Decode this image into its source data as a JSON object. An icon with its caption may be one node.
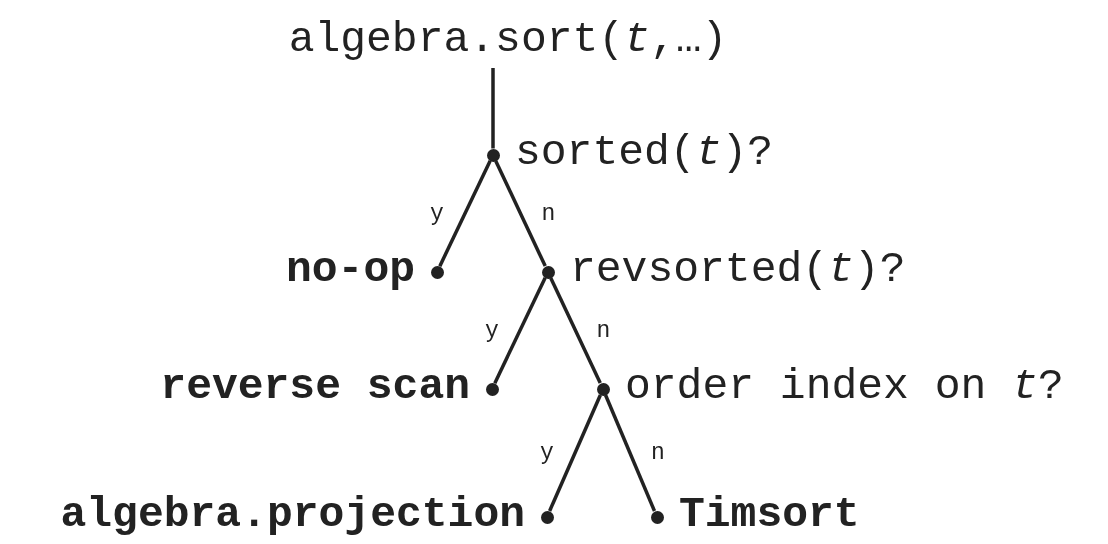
{
  "diagram": {
    "nodes": [
      {
        "text": [
          "algebra.sort(*t*,…)"
        ]
      },
      {
        "text": [],
        "shape": "circle",
        "beside": [
          "sorted(*t*)?"
        ]
      },
      {
        "text": [],
        "shape": "circle",
        "beside": [
          "no-op"
        ]
      },
      {
        "text": [],
        "shape": "circle",
        "beside": [
          "revsorted(*t*)?"
        ]
      },
      {
        "text": [],
        "shape": "circle",
        "beside": [
          "reverse scan"
        ]
      },
      {
        "text": [],
        "shape": "circle",
        "beside": [
          "order index on *t*?"
        ]
      },
      {
        "text": [],
        "shape": "circle",
        "beside": [
          "algebra.projection"
        ]
      },
      {
        "text": [],
        "shape": "circle",
        "beside": [
          "Timsort"
        ]
      }
    ],
    "edges": [
      {
        "from": 0,
        "to": 1,
        "arrow": "none"
      },
      {
        "from": 1,
        "to": 2,
        "arrow": "none",
        "label": "y"
      },
      {
        "from": 1,
        "to": 3,
        "arrow": "none",
        "label": "n"
      },
      {
        "from": 3,
        "to": 4,
        "arrow": "none",
        "label": "y"
      },
      {
        "from": 3,
        "to": 5,
        "arrow": "none",
        "label": "n"
      },
      {
        "from": 5,
        "to": 6,
        "arrow": "none",
        "label": "y"
      },
      {
        "from": 5,
        "to": 7,
        "arrow": "none",
        "label": "n"
      }
    ]
  }
}
